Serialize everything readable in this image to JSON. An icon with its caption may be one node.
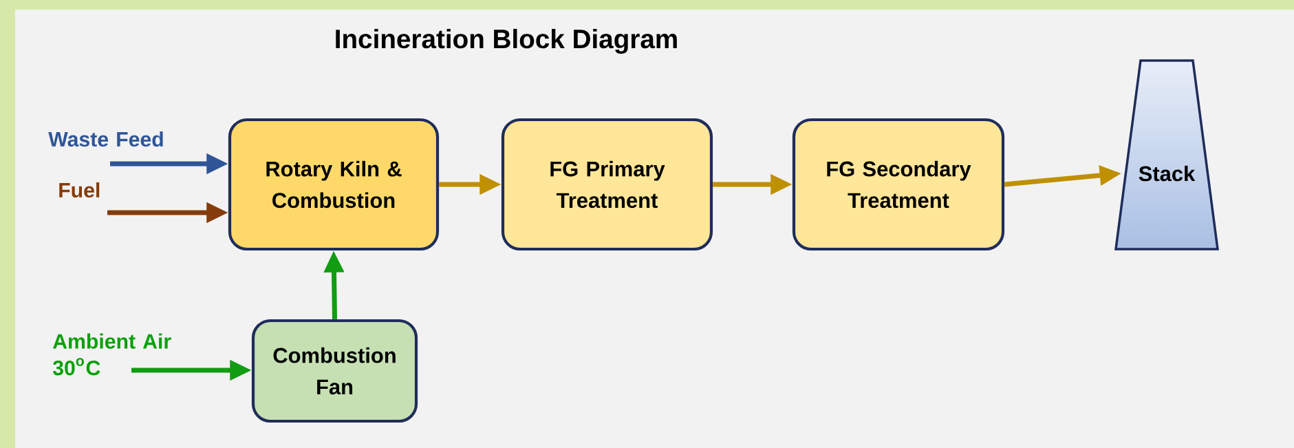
{
  "diagram": {
    "title": "Incineration Block Diagram",
    "nodes": [
      {
        "text": [
          "Waste Feed"
        ]
      },
      {
        "text": [
          "Fuel"
        ]
      },
      {
        "text": [
          "Ambient Air 30$^{o}$C"
        ]
      },
      {
        "text": [
          "Rotary Kiln & Combustion"
        ]
      },
      {
        "text": [
          "FG Primary Treatment"
        ]
      },
      {
        "text": [
          "FG Secondary Treatment"
        ]
      },
      {
        "text": [
          "Stack"
        ]
      },
      {
        "text": [
          "Combustion Fan"
        ]
      }
    ],
    "edges": [
      {
        "from": 0,
        "to": 3,
        "arrow": "to",
        "color": "#2f5597"
      },
      {
        "from": 1,
        "to": 3,
        "arrow": "to",
        "color": "#843c0c"
      },
      {
        "from": 2,
        "to": 7,
        "arrow": "to",
        "color": "#129c12"
      },
      {
        "from": 7,
        "to": 3,
        "arrow": "to",
        "color": "#129c12"
      },
      {
        "from": 3,
        "to": 4,
        "arrow": "to"
      },
      {
        "from": 4,
        "to": 5,
        "arrow": "to"
      },
      {
        "from": 5,
        "to": 6,
        "arrow": "to"
      }
    ]
  }
}
